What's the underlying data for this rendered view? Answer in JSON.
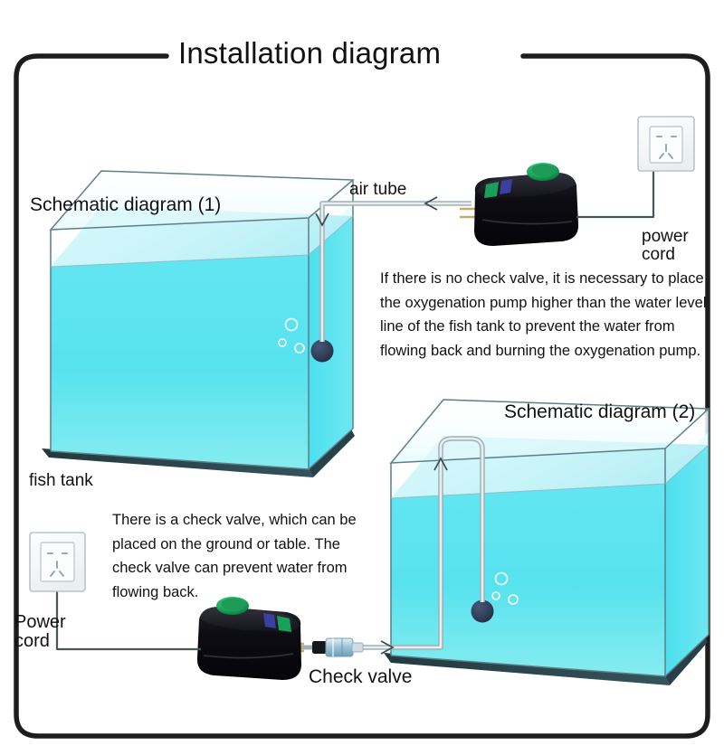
{
  "page": {
    "title": "Installation diagram",
    "border_color": "#1d1d1d",
    "background": "#ffffff"
  },
  "colors": {
    "water_front": "#54e2ef",
    "water_side": "#7debf2",
    "water_surface": "#cdf6fa",
    "tank_glass": "#6f8f95",
    "tank_base": "#2d4750",
    "airstone": "#2b3a52",
    "tube": "#8a9aa0",
    "pump_body": "#0b0b10",
    "pump_knob": "#1f9e5a",
    "pump_label_green": "#17a05a",
    "pump_label_blue": "#3b3fa0",
    "outlet_face": "#f3f5f6",
    "outlet_edge": "#b9c3c7",
    "cord": "#4a5558",
    "valve_body": "#9fc8da",
    "valve_nozzle": "#15151a"
  },
  "diagram1": {
    "heading": "Schematic diagram (1)",
    "tank_label": "fish tank",
    "air_tube_label": "air tube",
    "power_cord_label": "power\ncord",
    "note": "If there is no check valve, it is necessary to place the oxygenation pump higher than the water level line of the fish tank to prevent the water from flowing back and burning the oxygenation pump."
  },
  "diagram2": {
    "heading": "Schematic diagram (2)",
    "check_valve_label": "Check valve",
    "power_cord_label": "Power\ncord",
    "note": "There is a check valve, which can be placed on the ground or table. The check valve can prevent water from flowing back."
  },
  "icons": {
    "outlet": "power-outlet-icon",
    "pump": "air-pump-icon",
    "airstone": "air-stone-icon",
    "bubbles": "bubbles-icon",
    "check_valve": "check-valve-icon",
    "flow_arrow": "flow-arrow-icon"
  }
}
